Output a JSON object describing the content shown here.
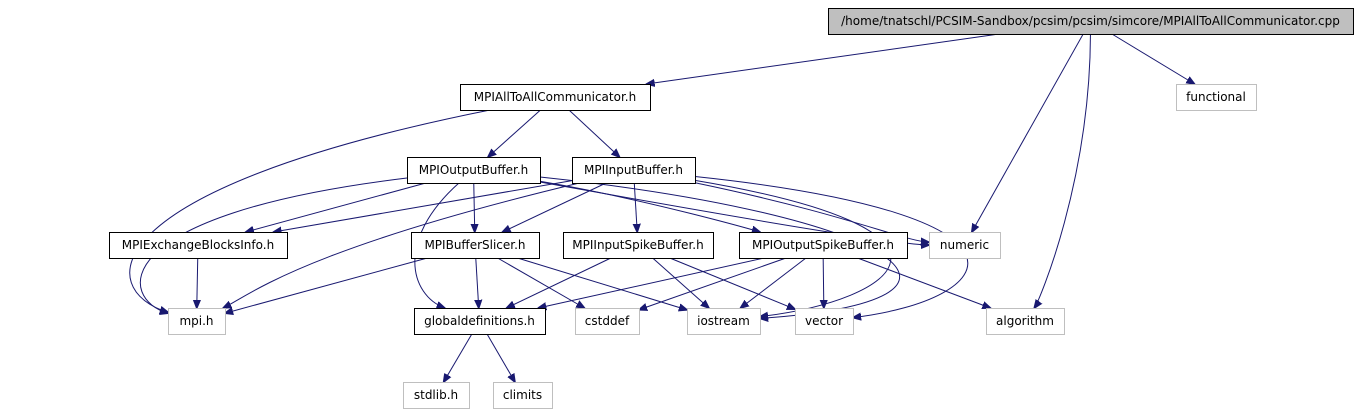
{
  "colors": {
    "edge": "#191970",
    "root_fill": "#bfbfbf",
    "documented_border": "#000000",
    "external_border": "#bfbfbf",
    "text_documented": "#000000",
    "text_external": "#000000"
  },
  "nodes": [
    {
      "id": "root",
      "label": "/home/tnatschl/PCSIM-Sandbox/pcsim/pcsim/simcore/MPIAllToAllCommunicator.cpp",
      "kind": "root"
    },
    {
      "id": "a2a",
      "label": "MPIAllToAllCommunicator.h",
      "kind": "documented"
    },
    {
      "id": "functional",
      "label": "functional",
      "kind": "external"
    },
    {
      "id": "outbuf",
      "label": "MPIOutputBuffer.h",
      "kind": "documented"
    },
    {
      "id": "inbuf",
      "label": "MPIInputBuffer.h",
      "kind": "documented"
    },
    {
      "id": "exch",
      "label": "MPIExchangeBlocksInfo.h",
      "kind": "documented"
    },
    {
      "id": "slicer",
      "label": "MPIBufferSlicer.h",
      "kind": "documented"
    },
    {
      "id": "inspike",
      "label": "MPIInputSpikeBuffer.h",
      "kind": "documented"
    },
    {
      "id": "outspike",
      "label": "MPIOutputSpikeBuffer.h",
      "kind": "documented"
    },
    {
      "id": "numeric",
      "label": "numeric",
      "kind": "external"
    },
    {
      "id": "mpi",
      "label": "mpi.h",
      "kind": "external"
    },
    {
      "id": "globaldef",
      "label": "globaldefinitions.h",
      "kind": "documented"
    },
    {
      "id": "cstddef",
      "label": "cstddef",
      "kind": "external"
    },
    {
      "id": "iostream",
      "label": "iostream",
      "kind": "external"
    },
    {
      "id": "vector",
      "label": "vector",
      "kind": "external"
    },
    {
      "id": "algorithm",
      "label": "algorithm",
      "kind": "external"
    },
    {
      "id": "stdlib",
      "label": "stdlib.h",
      "kind": "external"
    },
    {
      "id": "climits",
      "label": "climits",
      "kind": "external"
    }
  ],
  "edges": [
    [
      "root",
      "a2a"
    ],
    [
      "root",
      "functional"
    ],
    [
      "root",
      "numeric"
    ],
    [
      "root",
      "algorithm"
    ],
    [
      "a2a",
      "outbuf"
    ],
    [
      "a2a",
      "inbuf"
    ],
    [
      "a2a",
      "mpi"
    ],
    [
      "outbuf",
      "exch"
    ],
    [
      "outbuf",
      "slicer"
    ],
    [
      "outbuf",
      "outspike"
    ],
    [
      "outbuf",
      "numeric"
    ],
    [
      "outbuf",
      "mpi"
    ],
    [
      "outbuf",
      "globaldef"
    ],
    [
      "outbuf",
      "iostream"
    ],
    [
      "inbuf",
      "exch"
    ],
    [
      "inbuf",
      "slicer"
    ],
    [
      "inbuf",
      "inspike"
    ],
    [
      "inbuf",
      "numeric"
    ],
    [
      "inbuf",
      "mpi"
    ],
    [
      "inbuf",
      "vector"
    ],
    [
      "inbuf",
      "iostream"
    ],
    [
      "exch",
      "mpi"
    ],
    [
      "slicer",
      "mpi"
    ],
    [
      "slicer",
      "globaldef"
    ],
    [
      "slicer",
      "cstddef"
    ],
    [
      "slicer",
      "iostream"
    ],
    [
      "inspike",
      "globaldef"
    ],
    [
      "inspike",
      "iostream"
    ],
    [
      "inspike",
      "vector"
    ],
    [
      "outspike",
      "globaldef"
    ],
    [
      "outspike",
      "cstddef"
    ],
    [
      "outspike",
      "iostream"
    ],
    [
      "outspike",
      "vector"
    ],
    [
      "outspike",
      "algorithm"
    ],
    [
      "globaldef",
      "stdlib"
    ],
    [
      "globaldef",
      "climits"
    ]
  ]
}
